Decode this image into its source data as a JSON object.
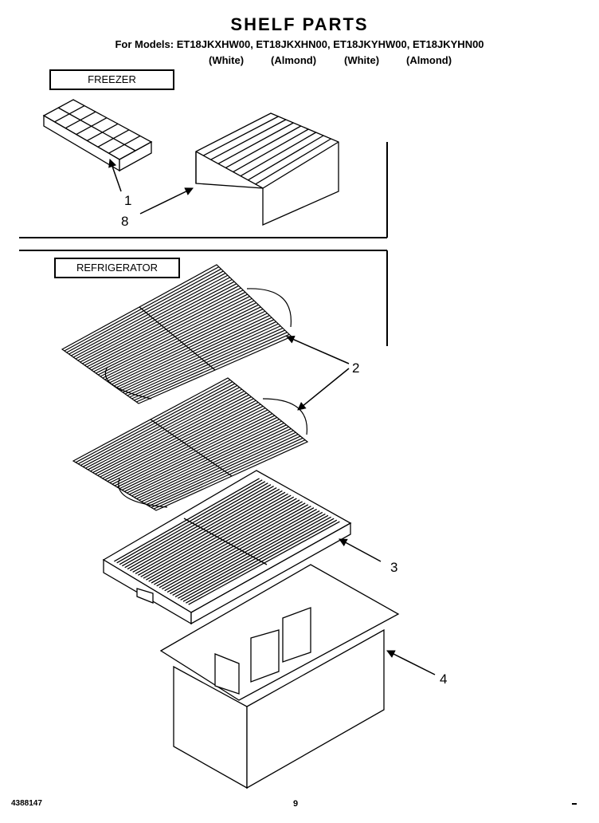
{
  "header": {
    "title": "SHELF PARTS",
    "models_line": "For Models: ET18JKXHW00, ET18JKXHN00, ET18JKYHW00, ET18JKYHN00",
    "colors": [
      "(White)",
      "(Almond)",
      "(White)",
      "(Almond)"
    ]
  },
  "sections": {
    "freezer": "FREEZER",
    "refrigerator": "REFRIGERATOR"
  },
  "callouts": {
    "c1": "1",
    "c8": "8",
    "c2": "2",
    "c3": "3",
    "c4": "4"
  },
  "footer": {
    "doc_number": "4388147",
    "page": "9"
  }
}
